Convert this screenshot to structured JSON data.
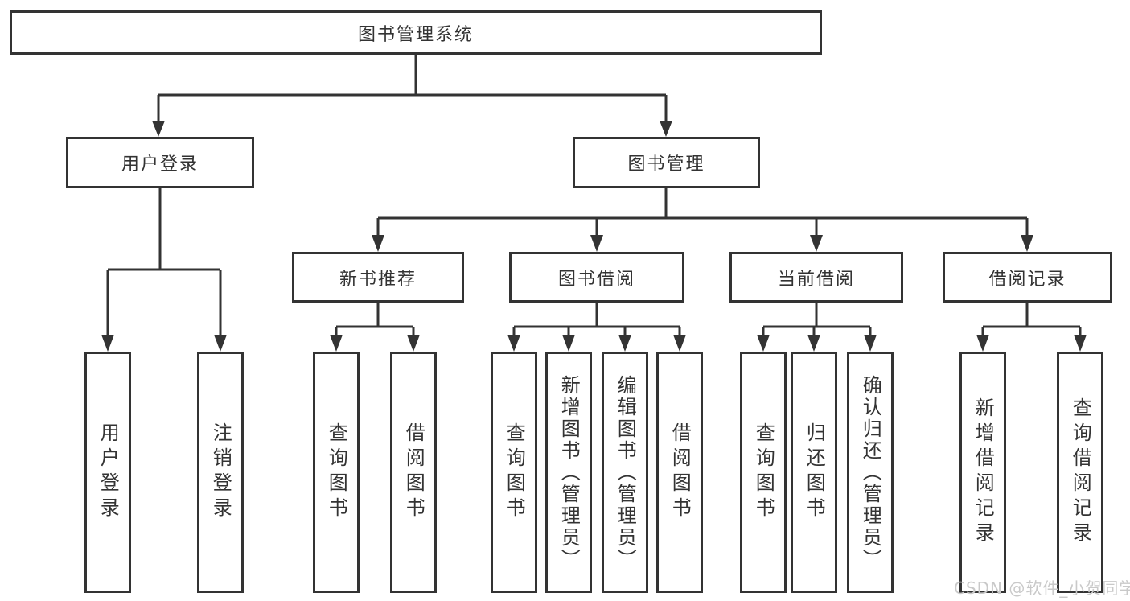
{
  "diagram": {
    "root": "图书管理系统",
    "branches": {
      "user_login": {
        "label": "用户登录",
        "children": [
          "用户登录",
          "注销登录"
        ]
      },
      "book_mgmt": {
        "label": "图书管理",
        "sections": {
          "new_books": {
            "label": "新书推荐",
            "children": [
              "查询图书",
              "借阅图书"
            ]
          },
          "book_borrow": {
            "label": "图书借阅",
            "children": [
              "查询图书",
              "新增图书（管理员）",
              "编辑图书（管理员）",
              "借阅图书"
            ]
          },
          "current_borrow": {
            "label": "当前借阅",
            "children": [
              "查询图书",
              "归还图书",
              "确认归还（管理员）"
            ]
          },
          "borrow_records": {
            "label": "借阅记录",
            "children": [
              "新增借阅记录",
              "查询借阅记录"
            ]
          }
        }
      }
    }
  },
  "watermark": "CSDN @软件_小贺同学",
  "colors": {
    "line": "#333333",
    "box_border": "#333333",
    "text": "#333333",
    "watermark": "#c9c9c9",
    "background": "#ffffff"
  }
}
